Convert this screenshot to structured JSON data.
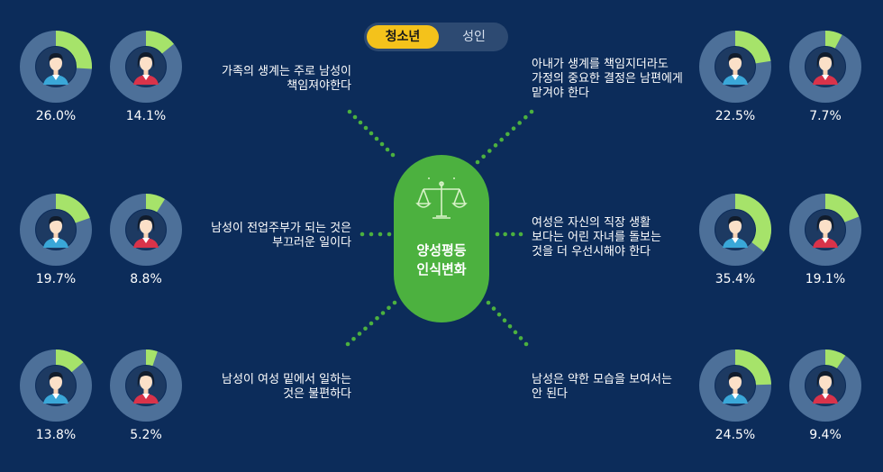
{
  "toggle": {
    "active_label": "청소년",
    "inactive_label": "성인"
  },
  "center": {
    "line1": "양성평등",
    "line2": "인식변화",
    "icon": "scale-icon"
  },
  "colors": {
    "background": "#0c2c5a",
    "ring": "#4d7099",
    "highlight": "#a6e36a",
    "center": "#4cb13f",
    "toggle_active": "#f4c21b",
    "male_shirt": "#3aa7d8",
    "female_shirt": "#d9334a"
  },
  "statements": [
    {
      "text": "가족의 생계는 주로 남성이\n책임져야한다",
      "male_label": "26.0%",
      "female_label": "14.1%"
    },
    {
      "text": "남성이 전업주부가 되는 것은\n부끄러운 일이다",
      "male_label": "19.7%",
      "female_label": "8.8%"
    },
    {
      "text": "남성이 여성 밑에서 일하는\n것은 불편하다",
      "male_label": "13.8%",
      "female_label": "5.2%"
    },
    {
      "text": "아내가 생계를 책임지더라도\n가정의 중요한 결정은 남편에게\n맡겨야 한다",
      "male_label": "22.5%",
      "female_label": "7.7%"
    },
    {
      "text": "여성은 자신의 직장 생활\n보다는 어린 자녀를 돌보는\n것을 더 우선시해야 한다",
      "male_label": "35.4%",
      "female_label": "19.1%"
    },
    {
      "text": "남성은 약한 모습을 보여서는\n안 된다",
      "male_label": "24.5%",
      "female_label": "9.4%"
    }
  ],
  "chart_data": {
    "type": "pie",
    "series": [
      {
        "name": "",
        "values": [
          26.0,
          19.7,
          13.8,
          22.5,
          35.4,
          24.5
        ]
      },
      {
        "name": "",
        "values": [
          14.1,
          8.8,
          5.2,
          7.7,
          19.1,
          9.4
        ]
      }
    ]
  }
}
